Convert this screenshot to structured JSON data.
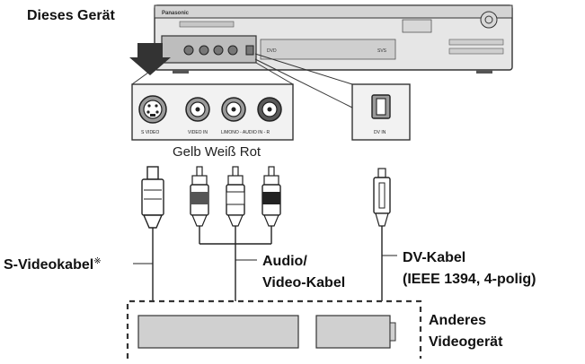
{
  "device": {
    "label": "Dieses Gerät",
    "brand": "Panasonic",
    "display_left": "DVD",
    "display_right": "SVS"
  },
  "jacks": {
    "svideo": "S VIDEO",
    "video_in": "VIDEO IN",
    "audio_in": "L/MONO - AUDIO IN - R",
    "dv_in": "DV IN"
  },
  "plug_colors": {
    "label": "Gelb Weiß Rot",
    "colors": [
      "#e0c400",
      "#ffffff",
      "#cc0000"
    ]
  },
  "cables": {
    "svideo": {
      "label": "S-Videokabel",
      "mark": "※"
    },
    "av": {
      "line1": "Audio/",
      "line2": "Video-Kabel"
    },
    "dv": {
      "line1": "DV-Kabel",
      "line2": "(IEEE 1394, 4-polig)"
    }
  },
  "other_device": {
    "line1": "Anderes",
    "line2": "Videogerät"
  }
}
